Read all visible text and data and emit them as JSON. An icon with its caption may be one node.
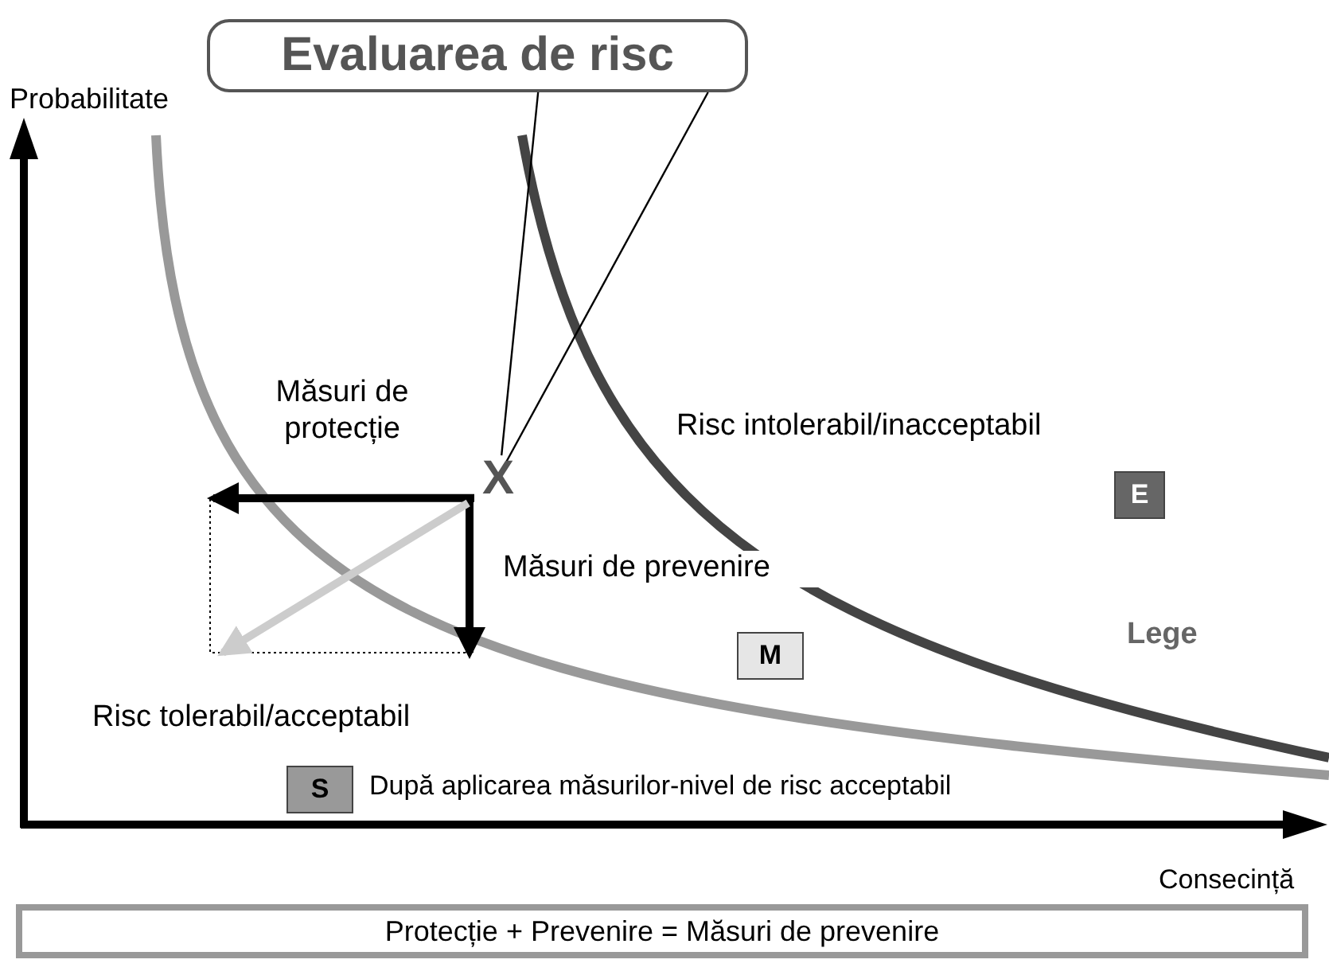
{
  "diagram": {
    "nodes": [
      {
        "text": [
          "Evaluarea de risc"
        ]
      },
      {
        "text": [
          "X"
        ]
      },
      {
        "text": [
          "E"
        ]
      },
      {
        "text": [
          "M"
        ]
      },
      {
        "text": [
          "S"
        ]
      },
      {
        "text": [
          "Protecție + Prevenire = Măsuri de prevenire"
        ]
      }
    ],
    "edges": [
      {
        "from": 0,
        "to": 1,
        "arrow": "none"
      },
      {
        "from": 0,
        "to": 1,
        "arrow": "none"
      },
      {
        "from": 1,
        "to": null,
        "arrow": "to",
        "label": "Măsuri de protecție"
      },
      {
        "from": 1,
        "to": null,
        "arrow": "to",
        "label": "Măsuri de prevenire"
      },
      {
        "from": 1,
        "to": null,
        "arrow": "to",
        "color": "#cccccc"
      }
    ],
    "labels": [
      "Probabilitate",
      "Risc intolerabil/inacceptabil",
      "Lege",
      "Risc tolerabil/acceptabil",
      "După aplicarea măsurilor-nivel de risc acceptabil",
      "Consecință"
    ]
  }
}
